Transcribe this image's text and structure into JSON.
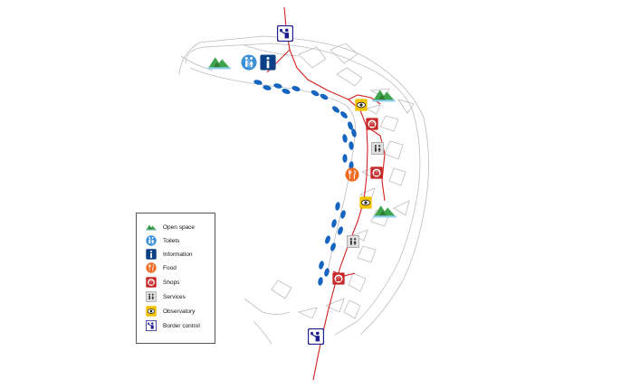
{
  "map": {
    "colors": {
      "street_outline": "#bdbdbd",
      "trail": "#d32020",
      "footsteps": "#1565c0",
      "open_space": "#3fa34d",
      "toilets": "#3a8fd6",
      "information": "#0b3f86",
      "food": "#ef6c22",
      "shops": "#c62828",
      "services": "#9e9e9e",
      "observatory": "#f2c200",
      "border_control": "#1d1d8f"
    },
    "icons": [
      "open-space-icon",
      "toilets-icon",
      "information-icon",
      "food-icon",
      "shops-icon",
      "services-icon",
      "observatory-icon",
      "border-control-icon"
    ]
  },
  "legend": {
    "items": [
      {
        "label": "Open space",
        "icon": "open-space-icon"
      },
      {
        "label": "Toilets",
        "icon": "toilets-icon"
      },
      {
        "label": "Information",
        "icon": "information-icon"
      },
      {
        "label": "Food",
        "icon": "food-icon"
      },
      {
        "label": "Shops",
        "icon": "shops-icon"
      },
      {
        "label": "Services",
        "icon": "services-icon"
      },
      {
        "label": "Observatory",
        "icon": "observatory-icon"
      },
      {
        "label": "Border control",
        "icon": "border-control-icon"
      }
    ]
  }
}
